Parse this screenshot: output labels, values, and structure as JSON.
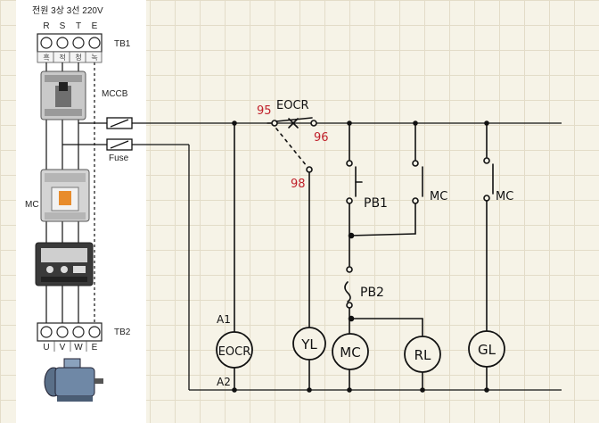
{
  "panel": {
    "supply_title": "전원 3상 3선 220V",
    "phase_labels": [
      "R",
      "S",
      "T",
      "E"
    ],
    "wire_colors": [
      "흑",
      "적",
      "청",
      "녹"
    ],
    "tb1_label": "TB1",
    "mccb_label": "MCCB",
    "fuse_label": "Fuse",
    "mc_label": "MC",
    "tb2_label": "TB2",
    "terminal_labels": [
      "U",
      "V",
      "W",
      "E"
    ]
  },
  "circuit": {
    "eocr_title": "EOCR",
    "contact_95": "95",
    "contact_96": "96",
    "contact_98": "98",
    "pb1": "PB1",
    "mc_contact_1": "MC",
    "mc_contact_2": "MC",
    "pb2": "PB2",
    "a1": "A1",
    "a2": "A2",
    "loads": [
      "EOCR",
      "YL",
      "MC",
      "RL",
      "GL"
    ]
  },
  "colors": {
    "ink": "#111111",
    "red_ink": "#c0202a",
    "grid": "#e3dcc8"
  }
}
